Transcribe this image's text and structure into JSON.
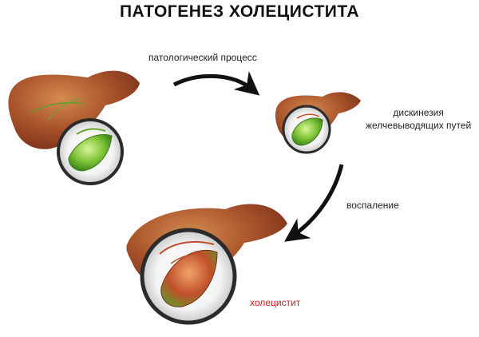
{
  "title": "ПАТОГЕНЕЗ ХОЛЕЦИСТИТА",
  "labels": {
    "process": "патологический процесс",
    "dyskinesia_line1": "дискинезия",
    "dyskinesia_line2": "желчевыводящих путей",
    "inflammation": "воспаление",
    "cholecystitis": "холецистит"
  },
  "colors": {
    "liver": "#9b4a2a",
    "liver_light": "#c9763f",
    "gallbladder": "#7ec236",
    "inflamed": "#c0502b",
    "accent_red": "#e0181b",
    "arrow": "#111111"
  },
  "icons": {
    "stage1": "liver-healthy-gallbladder-icon",
    "stage2": "liver-dyskinesia-gallbladder-icon",
    "stage3": "liver-inflamed-gallbladder-icon",
    "arrow1": "curved-arrow-right-icon",
    "arrow2": "curved-arrow-down-icon"
  }
}
